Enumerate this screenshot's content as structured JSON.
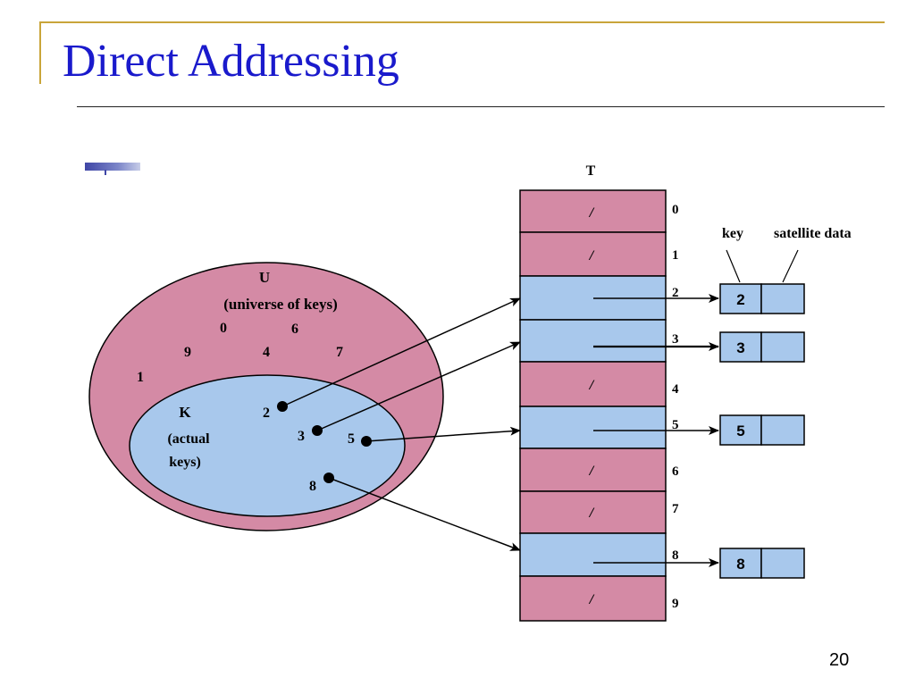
{
  "slide": {
    "title": "Direct Addressing",
    "slide_number": "20"
  },
  "colors": {
    "title": "#1a1acc",
    "accent_rule": "#c9a53a",
    "nil_slot": "#d48aa5",
    "filled_slot": "#a8c8ec",
    "universe": "#d48aa5",
    "actual_keys": "#a8c8ec"
  },
  "diagram": {
    "table_label": "T",
    "nil_glyph": "/",
    "universe": {
      "name": "U",
      "description": "(universe of keys)",
      "keys": [
        "0",
        "6",
        "9",
        "4",
        "7",
        "1"
      ]
    },
    "actual": {
      "name": "K",
      "description_line1": "(actual",
      "description_line2": "keys)",
      "keys": [
        "2",
        "3",
        "5",
        "8"
      ]
    },
    "slots": [
      {
        "index": "0",
        "filled": false
      },
      {
        "index": "1",
        "filled": false
      },
      {
        "index": "2",
        "filled": true,
        "key": "2"
      },
      {
        "index": "3",
        "filled": true,
        "key": "3"
      },
      {
        "index": "4",
        "filled": false
      },
      {
        "index": "5",
        "filled": true,
        "key": "5"
      },
      {
        "index": "6",
        "filled": false
      },
      {
        "index": "7",
        "filled": false
      },
      {
        "index": "8",
        "filled": true,
        "key": "8"
      },
      {
        "index": "9",
        "filled": false
      }
    ],
    "record_header": {
      "key": "key",
      "satellite": "satellite data"
    }
  }
}
